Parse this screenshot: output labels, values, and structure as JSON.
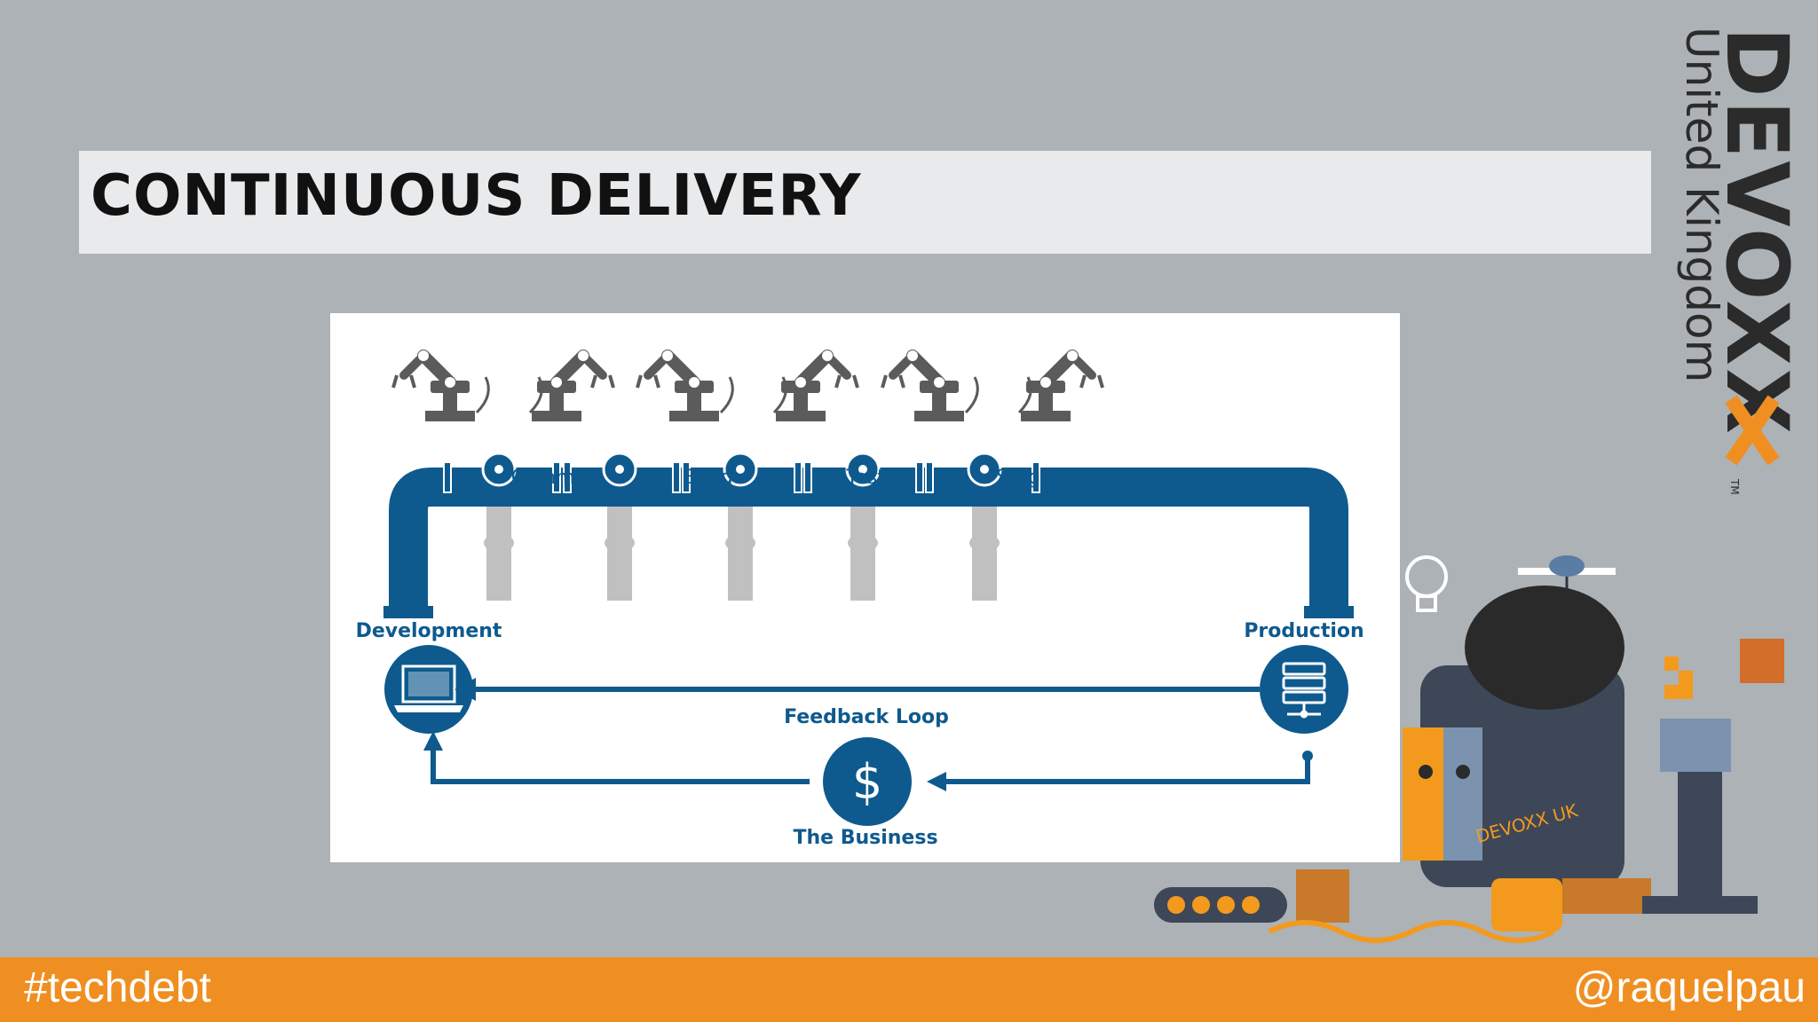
{
  "slide": {
    "title": "CONTINUOUS DELIVERY"
  },
  "diagram": {
    "stages": [
      "Commit",
      "Build",
      "Test",
      "Stage",
      "Deploy"
    ],
    "left_node": "Development",
    "right_node": "Production",
    "feedback_label": "Feedback Loop",
    "business_label": "The Business",
    "business_symbol": "$",
    "colors": {
      "pipe": "#0e5a8e",
      "support": "#c0c0c0",
      "robot": "#5b5b5b"
    }
  },
  "brand": {
    "name_letters": "DEVOXX",
    "region": "United Kingdom",
    "tm": "TM",
    "sticker_text": "DEVOXX UK"
  },
  "footer": {
    "hashtag": "#techdebt",
    "handle": "@raquelpau"
  }
}
